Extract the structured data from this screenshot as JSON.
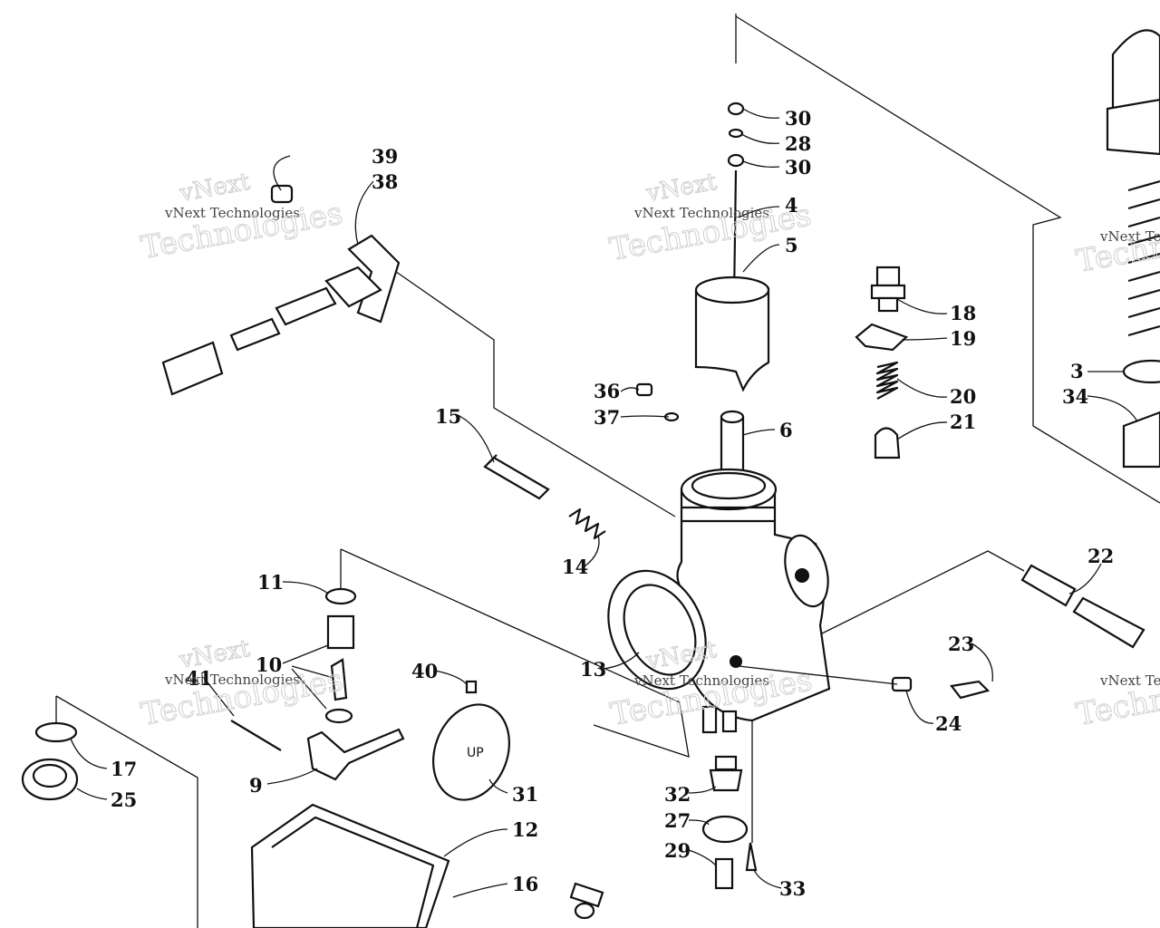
{
  "watermark": {
    "line1": "vNext Technologies",
    "line2": "Technologies",
    "overlay": "vNext"
  },
  "callouts": {
    "n3": "3",
    "n4": "4",
    "n5": "5",
    "n6": "6",
    "n9": "9",
    "n10": "10",
    "n11": "11",
    "n12": "12",
    "n13": "13",
    "n14": "14",
    "n15": "15",
    "n16": "16",
    "n17": "17",
    "n18": "18",
    "n19": "19",
    "n20": "20",
    "n21": "21",
    "n22": "22",
    "n23": "23",
    "n24": "24",
    "n25": "25",
    "n27": "27",
    "n28": "28",
    "n29": "29",
    "n30a": "30",
    "n30b": "30",
    "n31": "31",
    "n32": "32",
    "n33": "33",
    "n34": "34",
    "n36": "36",
    "n37": "37",
    "n38": "38",
    "n39": "39",
    "n40": "40",
    "n41": "41"
  },
  "float_label": "UP"
}
